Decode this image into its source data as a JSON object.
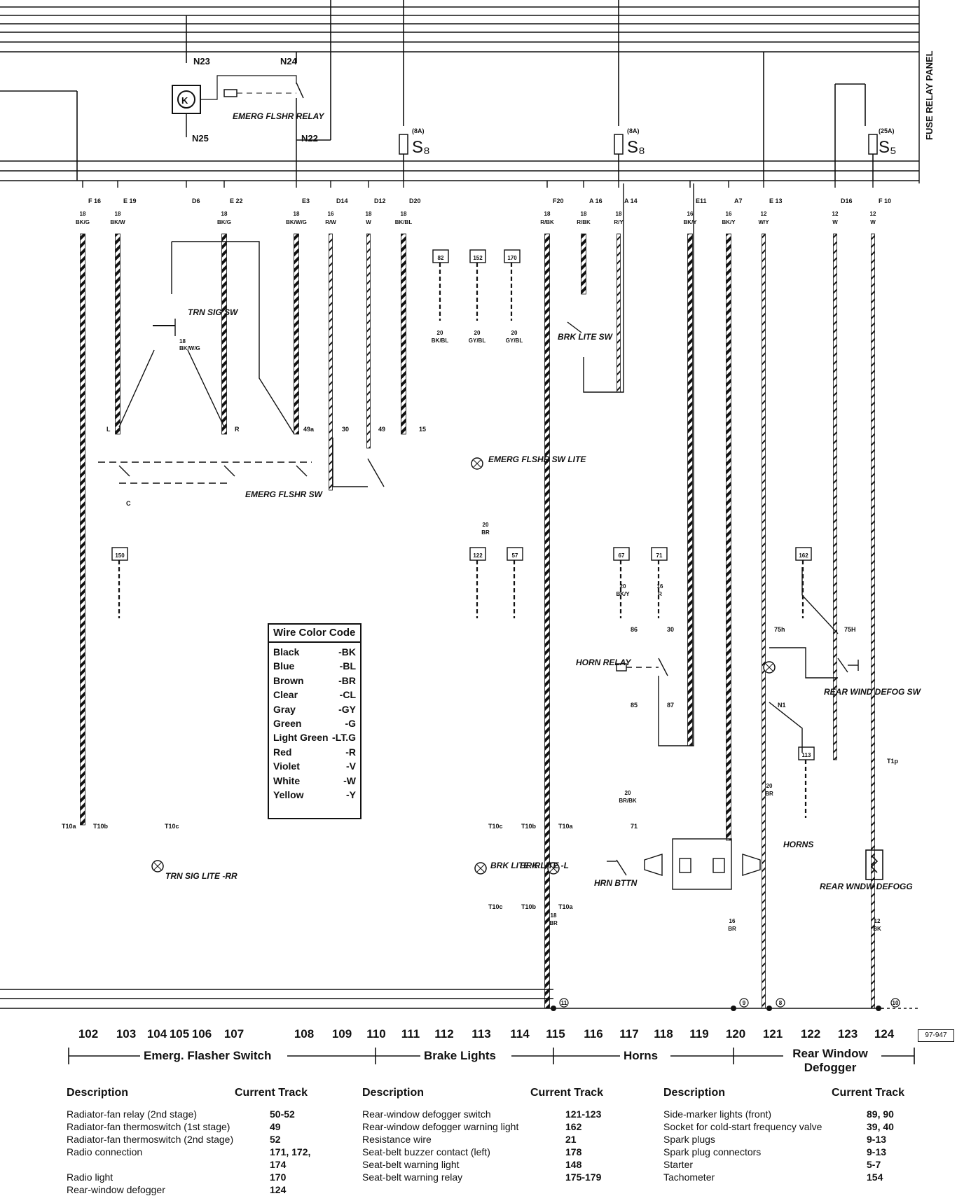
{
  "panel_label": "FUSE RELAY PANEL",
  "relay_panel_pins": {
    "N23": "N23",
    "N24": "N24",
    "N25": "N25",
    "N22": "N22"
  },
  "fuses": [
    {
      "rating": "(8A)",
      "name": "S₈"
    },
    {
      "rating": "(8A)",
      "name": "S₈"
    },
    {
      "rating": "(25A)",
      "name": "S₅"
    }
  ],
  "terminals": [
    {
      "pin": "F 16",
      "gauge": "18",
      "color": "BK/G"
    },
    {
      "pin": "E 19",
      "gauge": "18",
      "color": "BK/W"
    },
    {
      "pin": "D6",
      "gauge": "",
      "color": ""
    },
    {
      "pin": "E 22",
      "gauge": "18",
      "color": "BK/G"
    },
    {
      "pin": "E3",
      "gauge": "18",
      "color": "BK/W/G"
    },
    {
      "pin": "D14",
      "gauge": "16",
      "color": "R/W"
    },
    {
      "pin": "D12",
      "gauge": "18",
      "color": "W"
    },
    {
      "pin": "D20",
      "gauge": "18",
      "color": "BK/BL"
    },
    {
      "pin": "F20",
      "gauge": "18",
      "color": "R/BK"
    },
    {
      "pin": "A 16",
      "gauge": "18",
      "color": "R/BK"
    },
    {
      "pin": "A 14",
      "gauge": "18",
      "color": "R/Y"
    },
    {
      "pin": "E11",
      "gauge": "16",
      "color": "BK/Y"
    },
    {
      "pin": "A7",
      "gauge": "16",
      "color": "BK/Y"
    },
    {
      "pin": "E 13",
      "gauge": "12",
      "color": "W/Y"
    },
    {
      "pin": "D16",
      "gauge": "12",
      "color": "W"
    },
    {
      "pin": "F 10",
      "gauge": "12",
      "color": "W"
    }
  ],
  "components": {
    "emerg_relay": "EMERG FLSHR RELAY",
    "trn_sig_sw": "TRN SIG SW",
    "emerg_sw": "EMERG FLSHR SW",
    "emerg_lite": "EMERG FLSHR SW LITE",
    "brk_lite_sw": "BRK LITE SW",
    "horn_relay": "HORN RELAY",
    "rear_defog_sw": "REAR WIND DEFOG SW",
    "trn_sig_lite": "TRN SIG LITE -RR",
    "brk_lite_r": "BRK LITE -R",
    "brk_lite_l": "BRK LITE -L",
    "hrn_bttn": "HRN BTTN",
    "horns": "HORNS",
    "rear_defogg": "REAR WNDW DEFOGG"
  },
  "mid_wire_labels": {
    "e22_branch": {
      "gauge": "18",
      "color": "BK/W/G"
    },
    "ref82": {
      "gauge": "20",
      "color": "BK/BL"
    },
    "ref152": {
      "gauge": "20",
      "color": "GY/BL"
    },
    "ref170": {
      "gauge": "20",
      "color": "GY/BL"
    },
    "lite_ground": {
      "gauge": "20",
      "color": "BR"
    },
    "ref67": {
      "gauge": "20",
      "color": "BK/Y"
    },
    "ref71": {
      "gauge": "16",
      "color": "R"
    },
    "horn_btn": {
      "gauge": "20",
      "color": "BR/BK"
    },
    "brk_ground": {
      "gauge": "18",
      "color": "BR"
    },
    "horn_ground": {
      "gauge": "16",
      "color": "BR"
    },
    "lamp_ground": {
      "gauge": "20",
      "color": "BR"
    },
    "defogg_ground": {
      "gauge": "12",
      "color": "BK"
    }
  },
  "switch_terminals": [
    "L",
    "R",
    "49a",
    "30",
    "49",
    "15",
    "C"
  ],
  "relay_terminals": [
    "86",
    "30",
    "85",
    "87",
    "71",
    "75h",
    "75H",
    "N1"
  ],
  "refs": [
    "82",
    "152",
    "170",
    "150",
    "122",
    "57",
    "67",
    "71",
    "162",
    "113"
  ],
  "connectors": [
    "T10a",
    "T10b",
    "T10c",
    "T10c",
    "T10b",
    "T10a",
    "T10c",
    "T10b",
    "T10a",
    "T1p"
  ],
  "ground_points": [
    "11",
    "9",
    "8",
    "10"
  ],
  "legend": {
    "title": "Wire Color Code",
    "rows": [
      [
        "Black",
        "-BK"
      ],
      [
        "Blue",
        "-BL"
      ],
      [
        "Brown",
        "-BR"
      ],
      [
        "Clear",
        "-CL"
      ],
      [
        "Gray",
        "-GY"
      ],
      [
        "Green",
        "-G"
      ],
      [
        "Light Green",
        "-LT.G"
      ],
      [
        "Red",
        "-R"
      ],
      [
        "Violet",
        "-V"
      ],
      [
        "White",
        "-W"
      ],
      [
        "Yellow",
        "-Y"
      ]
    ]
  },
  "tracks": [
    "102",
    "103",
    "104",
    "105",
    "106",
    "107",
    "108",
    "109",
    "110",
    "111",
    "112",
    "113",
    "114",
    "115",
    "116",
    "117",
    "118",
    "119",
    "120",
    "121",
    "122",
    "123",
    "124"
  ],
  "sections": [
    "Emerg. Flasher Switch",
    "Brake Lights",
    "Horns",
    "Rear Window Defogger"
  ],
  "part_number": "97-947",
  "tables": [
    {
      "header": [
        "Description",
        "Current Track"
      ],
      "rows": [
        [
          "Radiator-fan relay (2nd stage)",
          "50-52"
        ],
        [
          "Radiator-fan thermoswitch (1st stage)",
          "49"
        ],
        [
          "Radiator-fan thermoswitch (2nd stage)",
          "52"
        ],
        [
          "Radio connection",
          "171, 172, 174"
        ],
        [
          "Radio light",
          "170"
        ],
        [
          "Rear-window defogger",
          "124"
        ]
      ]
    },
    {
      "header": [
        "Description",
        "Current Track"
      ],
      "rows": [
        [
          "Rear-window defogger switch",
          "121-123"
        ],
        [
          "Rear-window defogger warning light",
          "162"
        ],
        [
          "Resistance wire",
          "21"
        ],
        [
          "Seat-belt buzzer contact (left)",
          "178"
        ],
        [
          "Seat-belt warning light",
          "148"
        ],
        [
          "Seat-belt warning relay",
          "175-179"
        ]
      ]
    },
    {
      "header": [
        "Description",
        "Current Track"
      ],
      "rows": [
        [
          "Side-marker lights (front)",
          "89, 90"
        ],
        [
          "Socket for cold-start frequency valve",
          "39, 40"
        ],
        [
          "Spark plugs",
          "9-13"
        ],
        [
          "Spark plug connectors",
          "9-13"
        ],
        [
          "Starter",
          "5-7"
        ],
        [
          "Tachometer",
          "154"
        ]
      ]
    }
  ]
}
